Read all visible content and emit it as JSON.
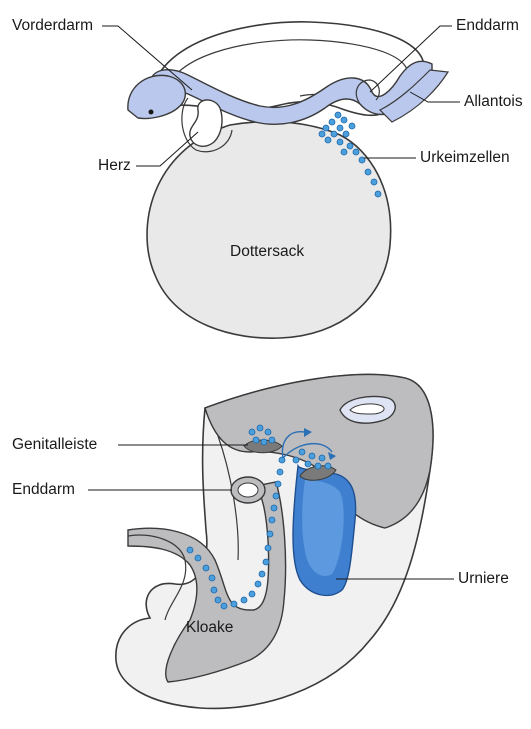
{
  "top_figure": {
    "labels": {
      "vorderdarm": "Vorderdarm",
      "enddarm": "Enddarm",
      "allantois": "Allantois",
      "herz": "Herz",
      "urkeimzellen": "Urkeimzellen",
      "dottersack": "Dottersack"
    }
  },
  "bottom_figure": {
    "labels": {
      "genitalleiste": "Genitalleiste",
      "enddarm": "Enddarm",
      "urniere": "Urniere",
      "kloake": "Kloake"
    }
  },
  "colors": {
    "gut_blue": "#b9c8ec",
    "cell_blue": "#4a9fdc",
    "sac_grey": "#e9e9ea",
    "tissue_grey": "#bdbdbf",
    "kidney_blue": "#3f7fcf"
  }
}
